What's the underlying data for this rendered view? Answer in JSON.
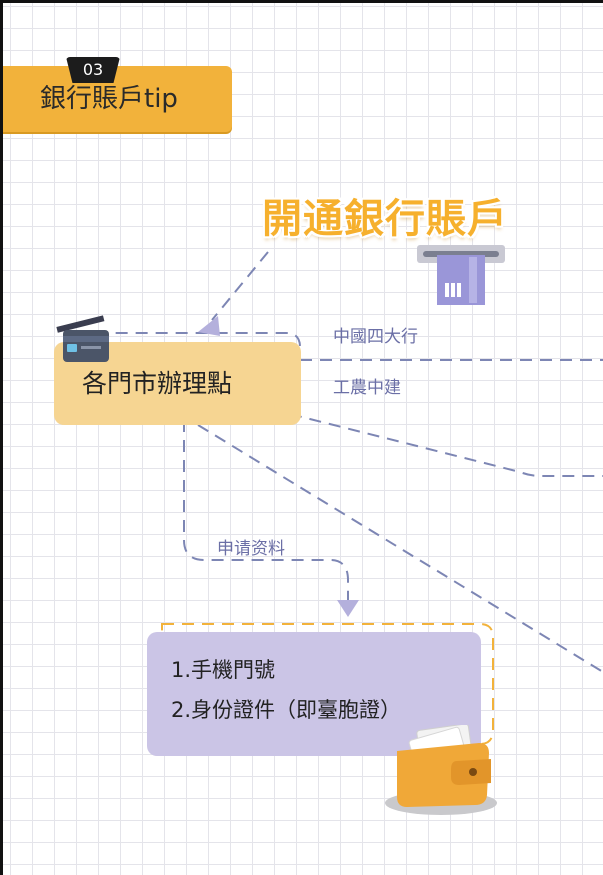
{
  "section_tab": {
    "number": "03",
    "title": "銀行賬戶tip"
  },
  "main_title": "開通銀行賬戶",
  "outlet_node": {
    "label": "各門市辦理點"
  },
  "connector_labels": {
    "big_four": "中國四大行",
    "bank_names": "工農中建",
    "documents": "申请资料"
  },
  "requirements": [
    "1.手機門號",
    "2.身份證件（即臺胞證）"
  ],
  "colors": {
    "accent_orange": "#f2b23b",
    "outlet_fill": "#f6d592",
    "req_fill": "#cbc5e6",
    "connector": "#7d86b4",
    "label_text": "#6b6fa6"
  },
  "icons": [
    "atm-card-icon",
    "credit-card-icon",
    "wallet-icon"
  ]
}
